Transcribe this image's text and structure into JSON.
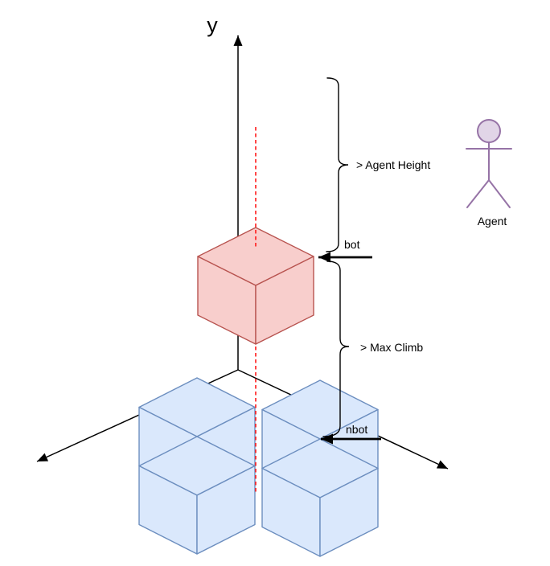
{
  "diagram": {
    "y_axis_label": "y",
    "labels": {
      "agent_height": "> Agent Height",
      "bot": "bot",
      "max_climb": "> Max Climb",
      "nbot": "nbot",
      "agent": "Agent"
    },
    "colors": {
      "red_block_fill": "#f8cecc",
      "red_block_stroke": "#b85450",
      "blue_block_fill": "#dae8fc",
      "blue_block_stroke": "#6c8ebf",
      "agent_fill": "#e1d5e7",
      "agent_stroke": "#9673a6",
      "guide_dash": "#ff1a1a",
      "line": "#000000",
      "background": "#ffffff"
    }
  }
}
